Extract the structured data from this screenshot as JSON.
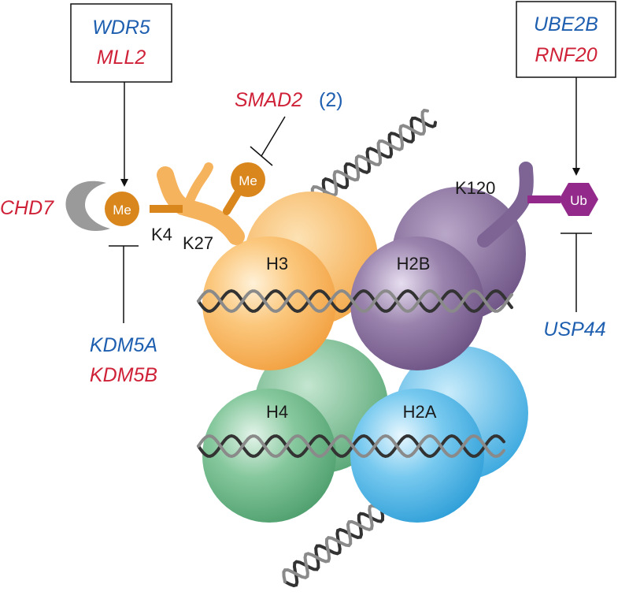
{
  "colors": {
    "blue_text": "#1f5fb0",
    "red_text": "#cf2238",
    "h3": "#f7b25e",
    "h2b": "#84699a",
    "h4": "#6fba8a",
    "h2a": "#5fbde8",
    "methyl_mark": "#d9861c",
    "ubiquitin": "#932a8b",
    "reader_grey": "#9a9a9a"
  },
  "writers_h3k4": {
    "gene_1": "WDR5",
    "gene_2": "MLL2"
  },
  "writers_h2b": {
    "gene_1": "UBE2B",
    "gene_2": "RNF20"
  },
  "reader_h3k4": "CHD7",
  "inhibitor_k27": {
    "gene": "SMAD2",
    "count": "(2)"
  },
  "erasers_h3k4": {
    "gene_1": "KDM5A",
    "gene_2": "KDM5B"
  },
  "eraser_h2b": "USP44",
  "residues": {
    "k4": "K4",
    "k27": "K27",
    "k120": "K120"
  },
  "marks": {
    "methyl_k4": "Me",
    "methyl_k27": "Me",
    "ubiquitin": "Ub"
  },
  "histones": {
    "h3": "H3",
    "h2b": "H2B",
    "h4": "H4",
    "h2a": "H2A"
  }
}
